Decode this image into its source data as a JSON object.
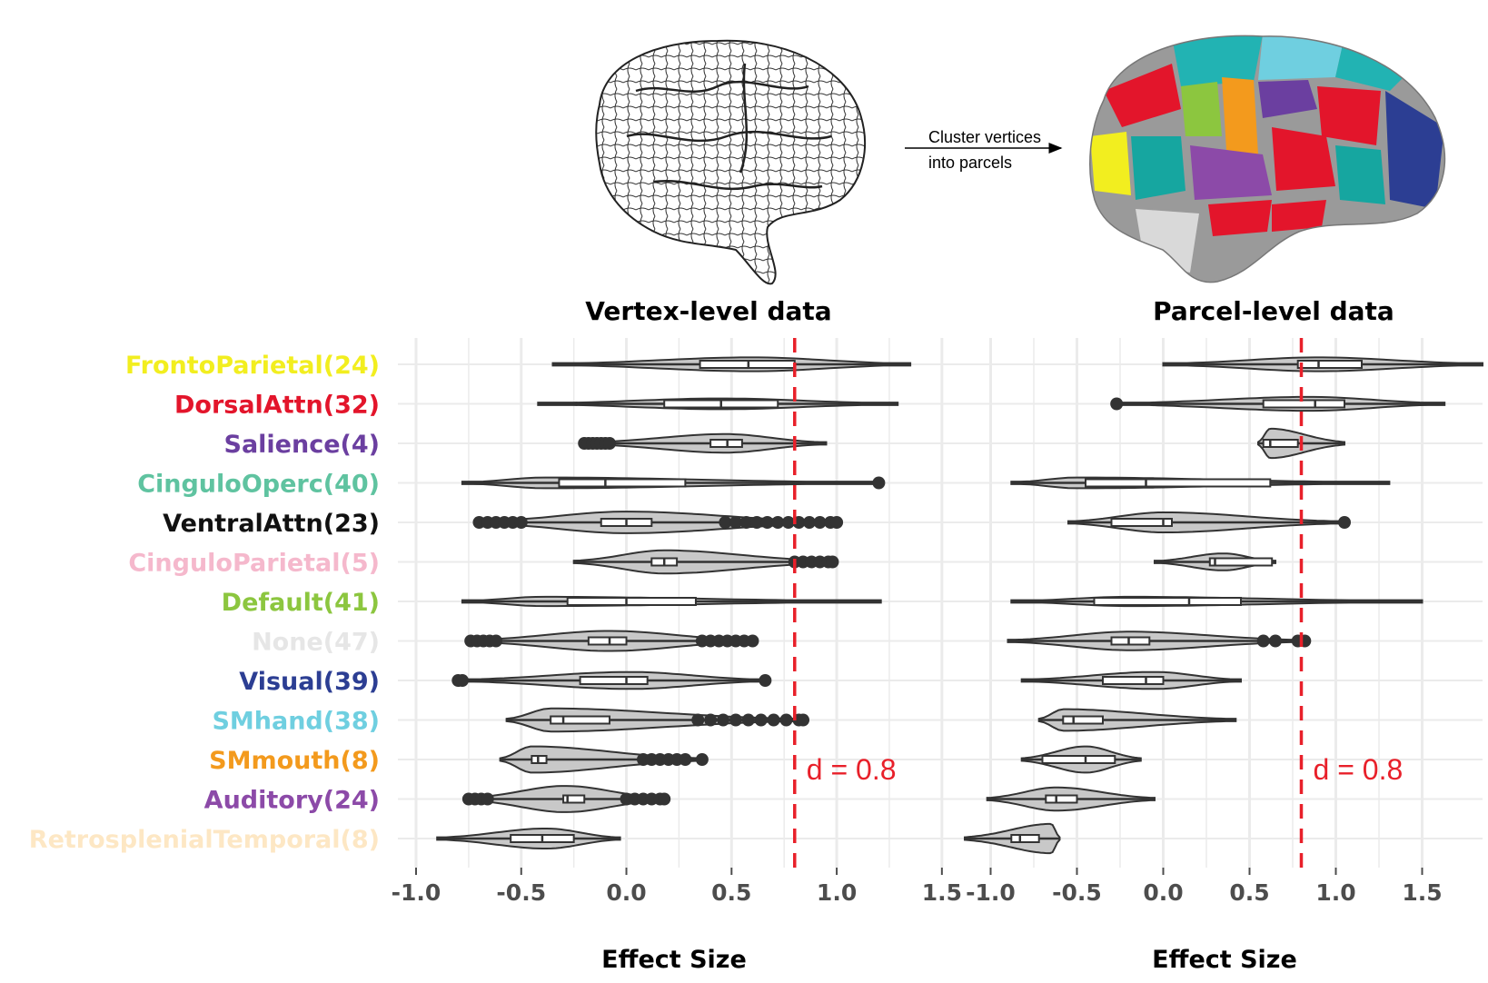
{
  "header": {
    "arrow_label_line1": "Cluster vertices",
    "arrow_label_line2": "into parcels"
  },
  "icons": {
    "left": "wireframe-brain-icon",
    "right": "parcellated-brain-icon"
  },
  "colors": {
    "violin_fill": "#c8c8c8",
    "violin_stroke": "#333333",
    "reference_line": "#e8202a",
    "grid": "#ebebeb"
  },
  "rows": [
    {
      "label": "FrontoParietal(24)",
      "color": "#f2ee1f"
    },
    {
      "label": "DorsalAttn(32)",
      "color": "#e3152b"
    },
    {
      "label": "Salience(4)",
      "color": "#6b3fa0"
    },
    {
      "label": "CinguloOperc(40)",
      "color": "#5fc3a0"
    },
    {
      "label": "VentralAttn(23)",
      "color": "#111111"
    },
    {
      "label": "CinguloParietal(5)",
      "color": "#f5b8cc"
    },
    {
      "label": "Default(41)",
      "color": "#8cc63f"
    },
    {
      "label": "None(47)",
      "color": "#e6e6e6"
    },
    {
      "label": "Visual(39)",
      "color": "#2c3e93"
    },
    {
      "label": "SMhand(38)",
      "color": "#6fcfe0"
    },
    {
      "label": "SMmouth(8)",
      "color": "#f39a1d"
    },
    {
      "label": "Auditory(24)",
      "color": "#8c4aa8"
    },
    {
      "label": "RetrosplenialTemporal(8)",
      "color": "#fde7c4"
    }
  ],
  "chart_data": [
    {
      "type": "violin",
      "title": "Vertex-level data",
      "xlabel": "Effect Size",
      "xlim": [
        -1.0,
        1.6
      ],
      "xticks": [
        -1.0,
        -0.5,
        0.0,
        0.5,
        1.0,
        1.5
      ],
      "xtick_labels": [
        "-1.0",
        "-0.5",
        "0.0",
        "0.5",
        "1.0",
        "1.5"
      ],
      "reference_line": {
        "x": 0.8,
        "label": "d = 0.8"
      },
      "series": [
        {
          "min": -0.35,
          "max": 1.35,
          "q1": 0.35,
          "median": 0.58,
          "q3": 0.8,
          "mode": 0.6,
          "width": 0.45,
          "outliers": []
        },
        {
          "min": -0.42,
          "max": 1.29,
          "q1": 0.18,
          "median": 0.45,
          "q3": 0.72,
          "mode": 0.45,
          "width": 0.35,
          "outliers": []
        },
        {
          "min": -0.2,
          "max": 0.95,
          "q1": 0.4,
          "median": 0.48,
          "q3": 0.55,
          "mode": 0.47,
          "width": 0.6,
          "outliers": [
            -0.2,
            -0.18,
            -0.16,
            -0.14,
            -0.12,
            -0.1,
            -0.08
          ]
        },
        {
          "min": -0.78,
          "max": 1.2,
          "q1": -0.32,
          "median": -0.1,
          "q3": 0.28,
          "mode": -0.38,
          "width": 0.35,
          "outliers": [
            1.2
          ]
        },
        {
          "min": -0.7,
          "max": 1.0,
          "q1": -0.12,
          "median": 0.0,
          "q3": 0.12,
          "mode": 0.0,
          "width": 0.7,
          "outliers": [
            -0.7,
            -0.66,
            -0.62,
            -0.58,
            -0.54,
            -0.5,
            0.47,
            0.52,
            0.57,
            0.62,
            0.67,
            0.72,
            0.77,
            0.82,
            0.87,
            0.92,
            0.97,
            1.0
          ]
        },
        {
          "min": -0.25,
          "max": 0.98,
          "q1": 0.12,
          "median": 0.18,
          "q3": 0.24,
          "mode": 0.18,
          "width": 0.75,
          "outliers": [
            0.8,
            0.84,
            0.88,
            0.92,
            0.96,
            0.98
          ]
        },
        {
          "min": -0.78,
          "max": 1.21,
          "q1": -0.28,
          "median": 0.0,
          "q3": 0.33,
          "mode": -0.4,
          "width": 0.3,
          "outliers": []
        },
        {
          "min": -0.74,
          "max": 0.6,
          "q1": -0.18,
          "median": -0.08,
          "q3": 0.0,
          "mode": -0.08,
          "width": 0.65,
          "outliers": [
            -0.74,
            -0.71,
            -0.68,
            -0.65,
            -0.62,
            0.36,
            0.4,
            0.44,
            0.48,
            0.52,
            0.56,
            0.6
          ]
        },
        {
          "min": -0.8,
          "max": 0.66,
          "q1": -0.22,
          "median": 0.0,
          "q3": 0.1,
          "mode": 0.02,
          "width": 0.55,
          "outliers": [
            -0.8,
            -0.78,
            0.66
          ]
        },
        {
          "min": -0.57,
          "max": 0.84,
          "q1": -0.36,
          "median": -0.3,
          "q3": -0.08,
          "mode": -0.36,
          "width": 0.75,
          "outliers": [
            0.34,
            0.4,
            0.46,
            0.52,
            0.58,
            0.64,
            0.7,
            0.76,
            0.82,
            0.84
          ]
        },
        {
          "min": -0.6,
          "max": 0.36,
          "q1": -0.45,
          "median": -0.42,
          "q3": -0.38,
          "mode": -0.45,
          "width": 0.85,
          "outliers": [
            0.08,
            0.12,
            0.16,
            0.2,
            0.24,
            0.28,
            0.36
          ]
        },
        {
          "min": -0.75,
          "max": 0.18,
          "q1": -0.3,
          "median": -0.28,
          "q3": -0.2,
          "mode": -0.29,
          "width": 0.85,
          "outliers": [
            -0.75,
            -0.72,
            -0.69,
            -0.66,
            0.0,
            0.04,
            0.08,
            0.12,
            0.16,
            0.18
          ]
        },
        {
          "min": -0.9,
          "max": -0.03,
          "q1": -0.55,
          "median": -0.4,
          "q3": -0.25,
          "mode": -0.38,
          "width": 0.65,
          "outliers": []
        }
      ]
    },
    {
      "type": "violin",
      "title": "Parcel-level data",
      "xlabel": "Effect Size",
      "xlim": [
        -1.15,
        1.85
      ],
      "xticks": [
        -1.0,
        -0.5,
        0.0,
        0.5,
        1.0,
        1.5
      ],
      "xtick_labels": [
        "-1.0",
        "-0.5",
        "0.0",
        "0.5",
        "1.0",
        "1.5"
      ],
      "reference_line": {
        "x": 0.8,
        "label": "d = 0.8"
      },
      "series": [
        {
          "min": 0.0,
          "max": 1.85,
          "q1": 0.78,
          "median": 0.9,
          "q3": 1.15,
          "mode": 0.9,
          "width": 0.45,
          "outliers": []
        },
        {
          "min": -0.27,
          "max": 1.63,
          "q1": 0.58,
          "median": 0.88,
          "q3": 1.05,
          "mode": 0.85,
          "width": 0.45,
          "outliers": [
            -0.27
          ]
        },
        {
          "min": 0.55,
          "max": 1.05,
          "q1": 0.58,
          "median": 0.62,
          "q3": 0.78,
          "mode": 0.62,
          "width": 0.95,
          "outliers": []
        },
        {
          "min": -0.88,
          "max": 1.31,
          "q1": -0.45,
          "median": -0.1,
          "q3": 0.62,
          "mode": -0.5,
          "width": 0.35,
          "outliers": []
        },
        {
          "min": -0.55,
          "max": 1.05,
          "q1": -0.3,
          "median": 0.0,
          "q3": 0.05,
          "mode": 0.0,
          "width": 0.65,
          "outliers": [
            1.05
          ]
        },
        {
          "min": -0.05,
          "max": 0.65,
          "q1": 0.27,
          "median": 0.3,
          "q3": 0.63,
          "mode": 0.35,
          "width": 0.55,
          "outliers": []
        },
        {
          "min": -0.88,
          "max": 1.5,
          "q1": -0.4,
          "median": 0.15,
          "q3": 0.45,
          "mode": -0.2,
          "width": 0.3,
          "outliers": []
        },
        {
          "min": -0.9,
          "max": 0.82,
          "q1": -0.3,
          "median": -0.2,
          "q3": -0.08,
          "mode": -0.2,
          "width": 0.6,
          "outliers": [
            0.58,
            0.65,
            0.78,
            0.82
          ]
        },
        {
          "min": -0.82,
          "max": 0.45,
          "q1": -0.35,
          "median": -0.1,
          "q3": 0.0,
          "mode": -0.05,
          "width": 0.55,
          "outliers": []
        },
        {
          "min": -0.72,
          "max": 0.42,
          "q1": -0.58,
          "median": -0.52,
          "q3": -0.35,
          "mode": -0.58,
          "width": 0.7,
          "outliers": []
        },
        {
          "min": -0.82,
          "max": -0.13,
          "q1": -0.7,
          "median": -0.45,
          "q3": -0.28,
          "mode": -0.45,
          "width": 0.85,
          "outliers": []
        },
        {
          "min": -1.02,
          "max": -0.05,
          "q1": -0.68,
          "median": -0.62,
          "q3": -0.5,
          "mode": -0.62,
          "width": 0.75,
          "outliers": []
        },
        {
          "min": -1.15,
          "max": -0.6,
          "q1": -0.88,
          "median": -0.83,
          "q3": -0.72,
          "mode": -0.65,
          "width": 0.95,
          "outliers": []
        }
      ]
    }
  ]
}
